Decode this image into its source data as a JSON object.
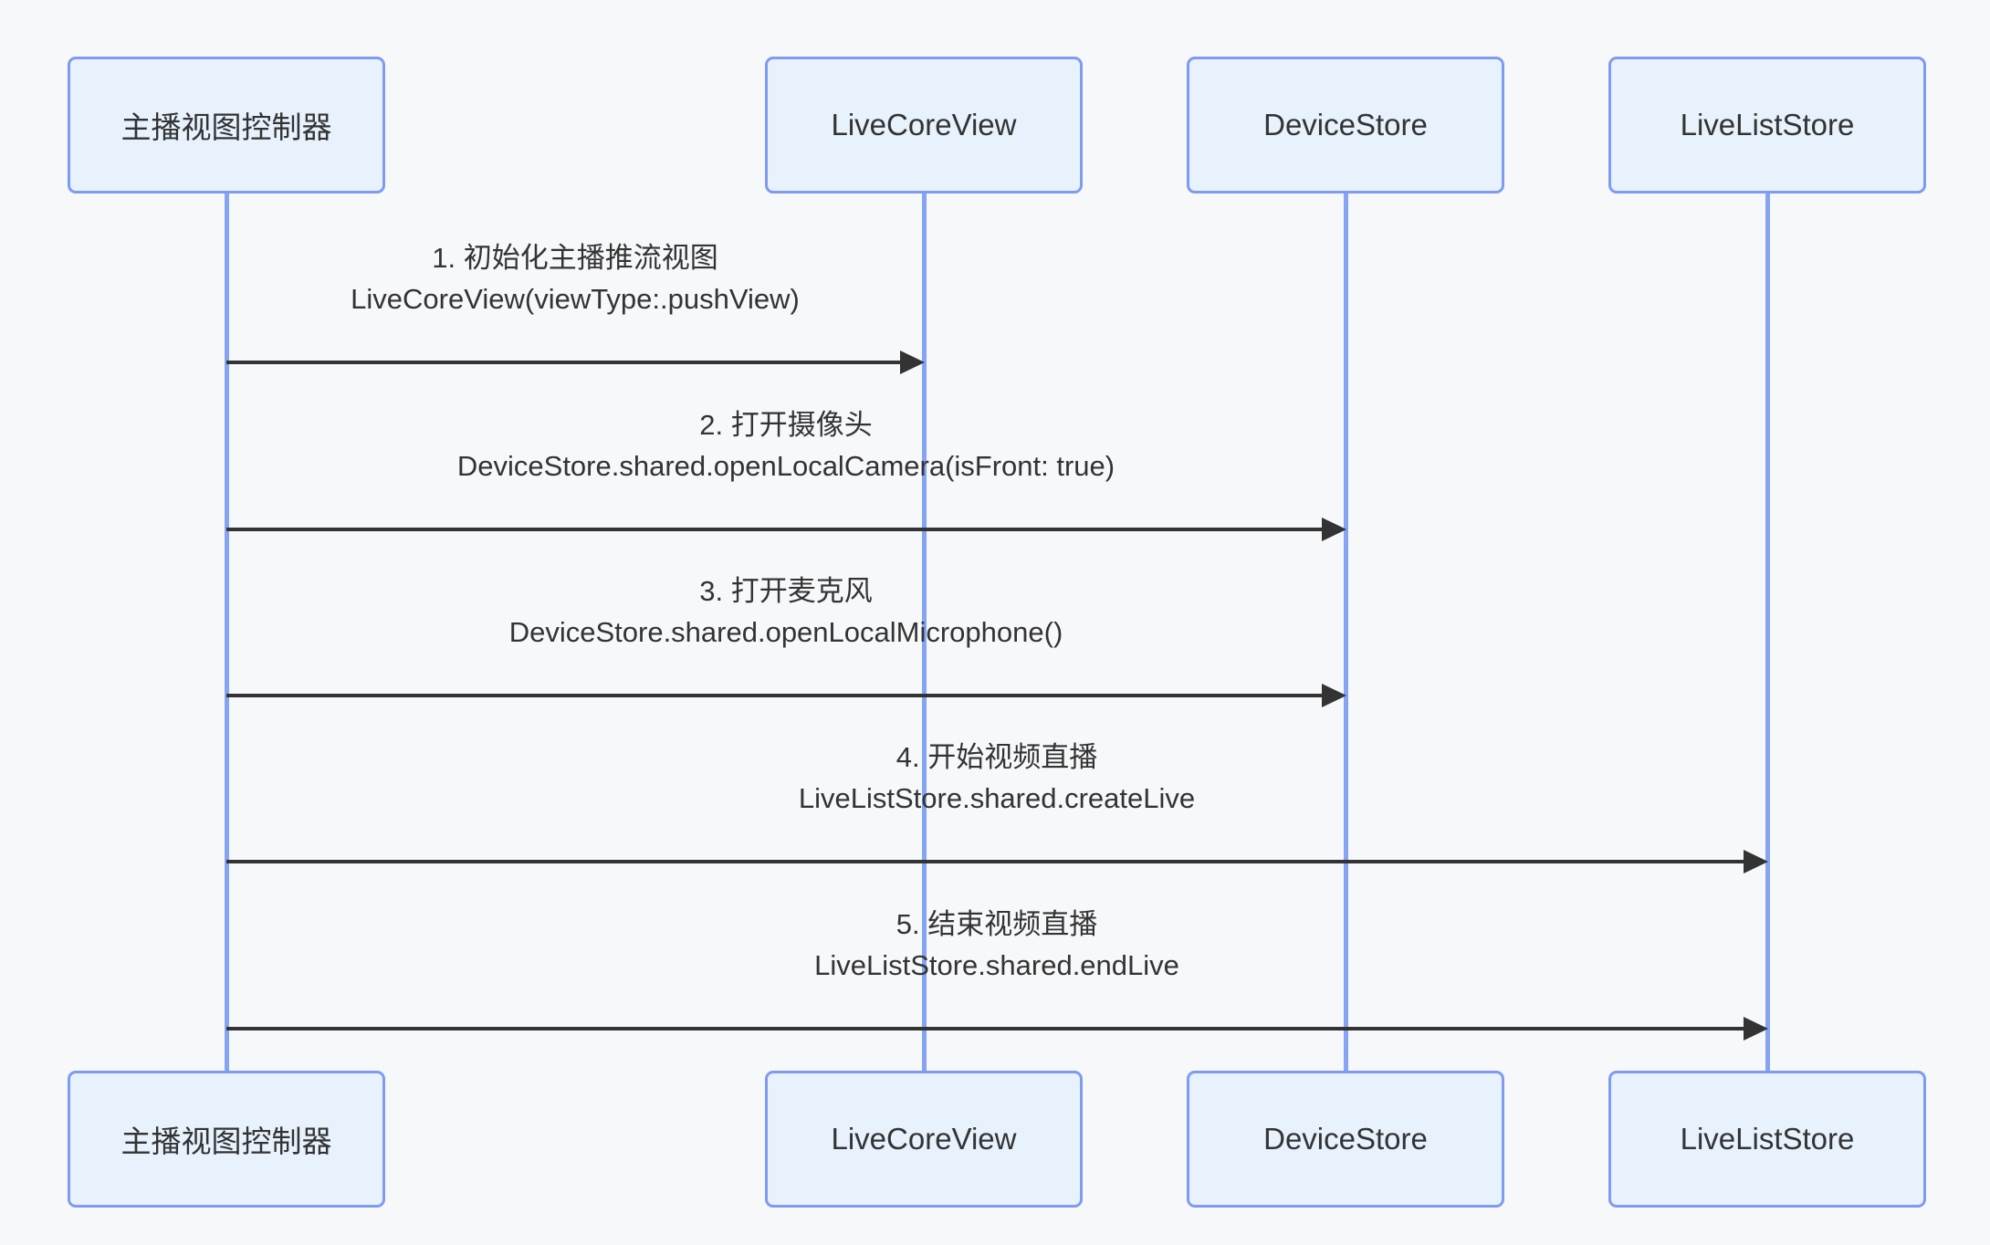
{
  "diagram": {
    "type": "sequence-diagram",
    "actors": [
      {
        "id": "anchor-view-controller",
        "label": "主播视图控制器"
      },
      {
        "id": "live-core-view",
        "label": "LiveCoreView"
      },
      {
        "id": "device-store",
        "label": "DeviceStore"
      },
      {
        "id": "live-list-store",
        "label": "LiveListStore"
      }
    ],
    "messages": [
      {
        "from": "主播视图控制器",
        "to": "LiveCoreView",
        "line1": "1. 初始化主播推流视图",
        "line2": "LiveCoreView(viewType:.pushView)"
      },
      {
        "from": "主播视图控制器",
        "to": "DeviceStore",
        "line1": "2. 打开摄像头",
        "line2": "DeviceStore.shared.openLocalCamera(isFront: true)"
      },
      {
        "from": "主播视图控制器",
        "to": "DeviceStore",
        "line1": "3. 打开麦克风",
        "line2": "DeviceStore.shared.openLocalMicrophone()"
      },
      {
        "from": "主播视图控制器",
        "to": "LiveListStore",
        "line1": "4. 开始视频直播",
        "line2": "LiveListStore.shared.createLive"
      },
      {
        "from": "主播视图控制器",
        "to": "LiveListStore",
        "line1": "5. 结束视频直播",
        "line2": "LiveListStore.shared.endLive"
      }
    ],
    "colors": {
      "background": "#F7F8FA",
      "actor_fill": "#E7F2FC",
      "actor_border": "#7E9BF1",
      "lifeline": "#85A4F2",
      "arrow": "#333333",
      "text": "#333333"
    }
  }
}
